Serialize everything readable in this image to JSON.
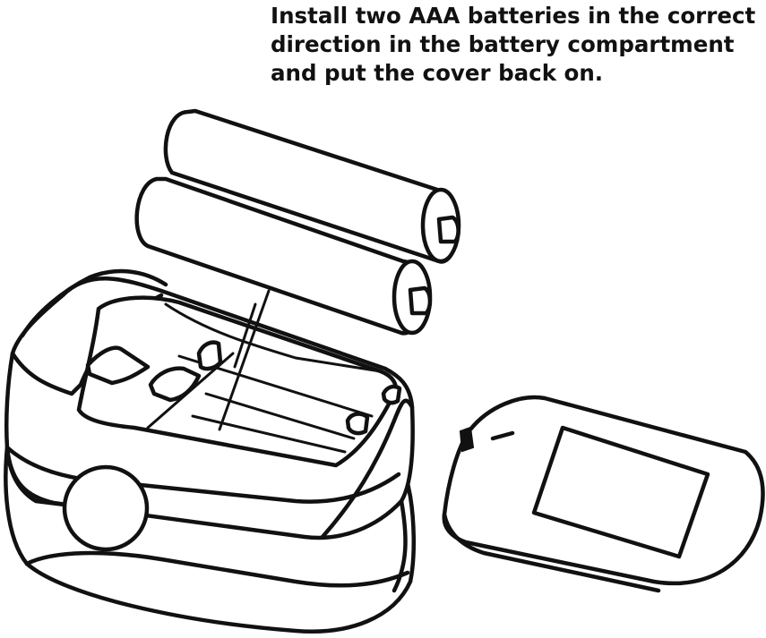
{
  "instruction": {
    "lines": [
      "Install two AAA batteries in the correct",
      "direction in the battery compartment",
      "and put the cover back on."
    ]
  },
  "illustration": {
    "parts": [
      "battery",
      "battery",
      "oximeter-body",
      "battery-compartment",
      "finger-clip-button",
      "battery-cover",
      "cover-window"
    ]
  }
}
